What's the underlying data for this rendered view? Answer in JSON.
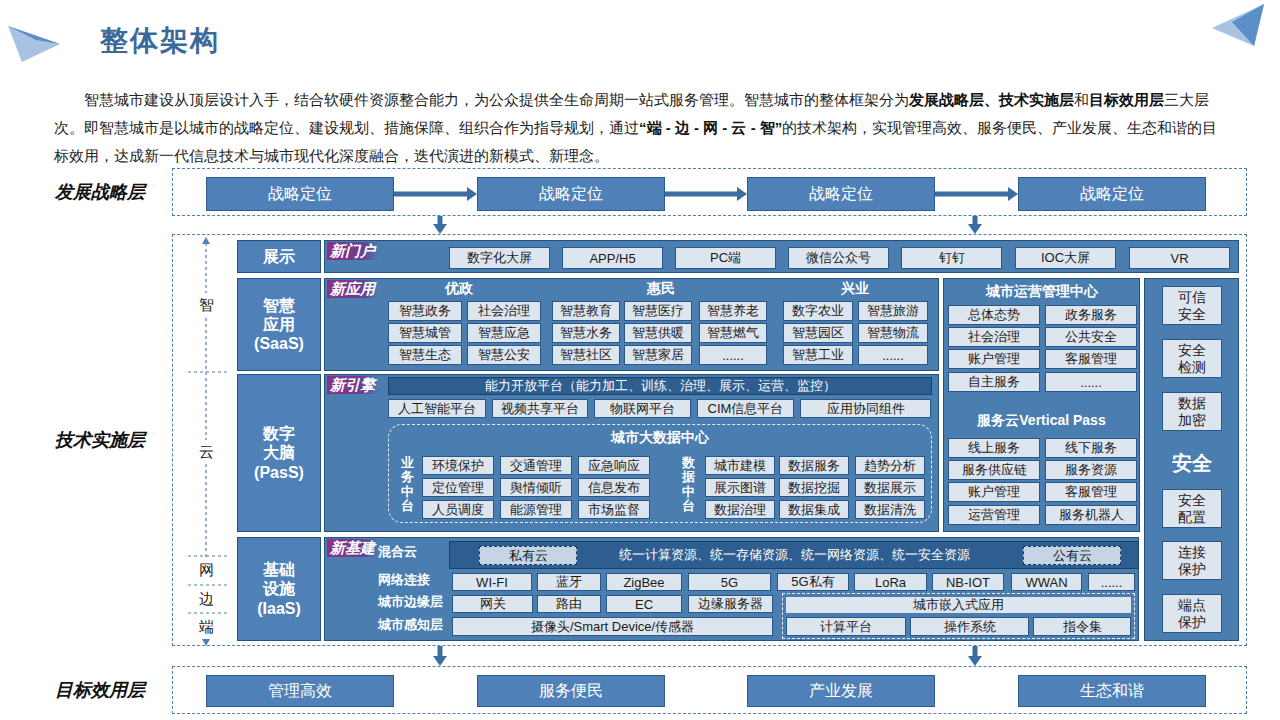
{
  "diagram": {
    "title": "整体架构",
    "nodes": [
      {
        "text": [
          "发展战略层"
        ]
      },
      {
        "text": [
          "战略定位"
        ],
        "in": 0
      },
      {
        "text": [
          "战略定位"
        ],
        "in": 0
      },
      {
        "text": [
          "战略定位"
        ],
        "in": 0
      },
      {
        "text": [
          "战略定位"
        ],
        "in": 0
      },
      {
        "text": [
          "技术实施层"
        ]
      },
      {
        "text": [
          "展示"
        ],
        "in": 5
      },
      {
        "text": [
          "新门户"
        ],
        "in": 5
      },
      {
        "text": [
          "数字化大屏"
        ],
        "in": 7
      },
      {
        "text": [
          "APP/H5"
        ],
        "in": 7
      },
      {
        "text": [
          "PC端"
        ],
        "in": 7
      },
      {
        "text": [
          "微信公众号"
        ],
        "in": 7
      },
      {
        "text": [
          "钉钉"
        ],
        "in": 7
      },
      {
        "text": [
          "IOC大屏"
        ],
        "in": 7
      },
      {
        "text": [
          "VR"
        ],
        "in": 7
      },
      {
        "text": [
          "智慧 应用 (SaaS)"
        ],
        "in": 5
      },
      {
        "text": [
          "新应用"
        ],
        "in": 5
      },
      {
        "text": [
          "智慧政务"
        ],
        "in": 16
      },
      {
        "text": [
          "社会治理"
        ],
        "in": 16
      },
      {
        "text": [
          "智慧城管"
        ],
        "in": 16
      },
      {
        "text": [
          "智慧应急"
        ],
        "in": 16
      },
      {
        "text": [
          "智慧生态"
        ],
        "in": 16
      },
      {
        "text": [
          "智慧公安"
        ],
        "in": 16
      },
      {
        "text": [
          "智慧教育"
        ],
        "in": 16
      },
      {
        "text": [
          "智慧医疗"
        ],
        "in": 16
      },
      {
        "text": [
          "智慧养老"
        ],
        "in": 16
      },
      {
        "text": [
          "智慧水务"
        ],
        "in": 16
      },
      {
        "text": [
          "智慧供暖"
        ],
        "in": 16
      },
      {
        "text": [
          "智慧燃气"
        ],
        "in": 16
      },
      {
        "text": [
          "智慧社区"
        ],
        "in": 16
      },
      {
        "text": [
          "智慧家居"
        ],
        "in": 16
      },
      {
        "text": [
          "......"
        ],
        "in": 16
      },
      {
        "text": [
          "数字农业"
        ],
        "in": 16
      },
      {
        "text": [
          "智慧旅游"
        ],
        "in": 16
      },
      {
        "text": [
          "智慧园区"
        ],
        "in": 16
      },
      {
        "text": [
          "智慧物流"
        ],
        "in": 16
      },
      {
        "text": [
          "智慧工业"
        ],
        "in": 16
      },
      {
        "text": [
          "......"
        ],
        "in": 16
      },
      {
        "text": [
          "城市运营管理中心",
          "服务云Vertical Pass"
        ],
        "in": 5
      },
      {
        "text": [
          "总体态势"
        ],
        "in": 38
      },
      {
        "text": [
          "政务服务"
        ],
        "in": 38
      },
      {
        "text": [
          "社会治理"
        ],
        "in": 38
      },
      {
        "text": [
          "公共安全"
        ],
        "in": 38
      },
      {
        "text": [
          "账户管理"
        ],
        "in": 38
      },
      {
        "text": [
          "客服管理"
        ],
        "in": 38
      },
      {
        "text": [
          "自主服务"
        ],
        "in": 38
      },
      {
        "text": [
          "......"
        ],
        "in": 38
      },
      {
        "text": [
          "线上服务"
        ],
        "in": 38
      },
      {
        "text": [
          "线下服务"
        ],
        "in": 38
      },
      {
        "text": [
          "服务供应链"
        ],
        "in": 38
      },
      {
        "text": [
          "服务资源"
        ],
        "in": 38
      },
      {
        "text": [
          "账户管理"
        ],
        "in": 38
      },
      {
        "text": [
          "客服管理"
        ],
        "in": 38
      },
      {
        "text": [
          "运营管理"
        ],
        "in": 38
      },
      {
        "text": [
          "服务机器人"
        ],
        "in": 38
      },
      {
        "text": [
          "安全"
        ],
        "in": 5
      },
      {
        "text": [
          "可信安全"
        ],
        "in": 55
      },
      {
        "text": [
          "安全检测"
        ],
        "in": 55
      },
      {
        "text": [
          "数据加密"
        ],
        "in": 55
      },
      {
        "text": [
          "安全配置"
        ],
        "in": 55
      },
      {
        "text": [
          "连接保护"
        ],
        "in": 55
      },
      {
        "text": [
          "端点保护"
        ],
        "in": 55
      },
      {
        "text": [
          "数字 大脑 (PasS)"
        ],
        "in": 5
      },
      {
        "text": [
          "新引擎"
        ],
        "in": 5
      },
      {
        "text": [
          "能力开放平台（能力加工、训练、治理、展示、运营、监控）"
        ],
        "in": 63
      },
      {
        "text": [
          "人工智能平台"
        ],
        "in": 63
      },
      {
        "text": [
          "视频共享平台"
        ],
        "in": 63
      },
      {
        "text": [
          "物联网平台"
        ],
        "in": 63
      },
      {
        "text": [
          "CIM信息平台"
        ],
        "in": 63
      },
      {
        "text": [
          "应用协同组件"
        ],
        "in": 63
      },
      {
        "text": [
          "城市大数据中心"
        ],
        "in": 63
      },
      {
        "text": [
          "环境保护"
        ],
        "in": 70
      },
      {
        "text": [
          "交通管理"
        ],
        "in": 70
      },
      {
        "text": [
          "应急响应"
        ],
        "in": 70
      },
      {
        "text": [
          "定位管理"
        ],
        "in": 70
      },
      {
        "text": [
          "舆情倾听"
        ],
        "in": 70
      },
      {
        "text": [
          "信息发布"
        ],
        "in": 70
      },
      {
        "text": [
          "人员调度"
        ],
        "in": 70
      },
      {
        "text": [
          "能源管理"
        ],
        "in": 70
      },
      {
        "text": [
          "市场监督"
        ],
        "in": 70
      },
      {
        "text": [
          "城市建模"
        ],
        "in": 70
      },
      {
        "text": [
          "数据服务"
        ],
        "in": 70
      },
      {
        "text": [
          "趋势分析"
        ],
        "in": 70
      },
      {
        "text": [
          "展示图谱"
        ],
        "in": 70
      },
      {
        "text": [
          "数据挖掘"
        ],
        "in": 70
      },
      {
        "text": [
          "数据展示"
        ],
        "in": 70
      },
      {
        "text": [
          "数据治理"
        ],
        "in": 70
      },
      {
        "text": [
          "数据集成"
        ],
        "in": 70
      },
      {
        "text": [
          "数据清洗"
        ],
        "in": 70
      },
      {
        "text": [
          "基础 设施 (IaaS)"
        ],
        "in": 5
      },
      {
        "text": [
          "新基建"
        ],
        "in": 5
      },
      {
        "text": [
          "统一计算资源、统一存储资源、统一网络资源、统一安全资源"
        ],
        "in": 90
      },
      {
        "text": [
          "私有云"
        ],
        "in": 91
      },
      {
        "text": [
          "公有云"
        ],
        "in": 91
      },
      {
        "text": [
          "WI-FI"
        ],
        "in": 90
      },
      {
        "text": [
          "蓝牙"
        ],
        "in": 90
      },
      {
        "text": [
          "ZigBee"
        ],
        "in": 90
      },
      {
        "text": [
          "5G"
        ],
        "in": 90
      },
      {
        "text": [
          "5G私有"
        ],
        "in": 90
      },
      {
        "text": [
          "LoRa"
        ],
        "in": 90
      },
      {
        "text": [
          "NB-IOT"
        ],
        "in": 90
      },
      {
        "text": [
          "WWAN"
        ],
        "in": 90
      },
      {
        "text": [
          "......"
        ],
        "in": 90
      },
      {
        "text": [
          "网关"
        ],
        "in": 90
      },
      {
        "text": [
          "路由"
        ],
        "in": 90
      },
      {
        "text": [
          "EC"
        ],
        "in": 90
      },
      {
        "text": [
          "边缘服务器"
        ],
        "in": 90
      },
      {
        "text": [
          "摄像头/Smart Device/传感器"
        ],
        "in": 90
      },
      {
        "text": [
          "城市嵌入式应用"
        ],
        "in": 90
      },
      {
        "text": [
          "计算平台"
        ],
        "in": 108
      },
      {
        "text": [
          "操作系统"
        ],
        "in": 108
      },
      {
        "text": [
          "指令集"
        ],
        "in": 108
      },
      {
        "text": [
          "目标效用层"
        ]
      },
      {
        "text": [
          "管理高效"
        ],
        "in": 112
      },
      {
        "text": [
          "服务便民"
        ],
        "in": 112
      },
      {
        "text": [
          "产业发展"
        ],
        "in": 112
      },
      {
        "text": [
          "生态和谐"
        ],
        "in": 112
      }
    ],
    "edges": [
      {
        "from": 1,
        "to": 2,
        "arrow": "to"
      },
      {
        "from": 2,
        "to": 3,
        "arrow": "to"
      },
      {
        "from": 3,
        "to": 4,
        "arrow": "to"
      },
      {
        "from": 0,
        "to": 5,
        "arrow": "to"
      },
      {
        "from": 0,
        "to": 5,
        "arrow": "to"
      },
      {
        "from": 5,
        "to": 112,
        "arrow": "to"
      },
      {
        "from": 5,
        "to": 112,
        "arrow": "to"
      }
    ],
    "labels": [
      "智慧城市建设从顶层设计入手，结合软硬件资源整合能力，为公众提供全生命周期一站式服务管理。智慧城市的整体框架分为",
      "发展战略层、技术实施层",
      "和",
      "目标效用层",
      "三大层次。即智慧城市是以城市的战略定位、建设规划、措施保障、组织合作为指导规划，通过",
      "“端 - 边 - 网 - 云 - 智”",
      "的技术架构，实现管理高效、服务便民、产业发展、生态和谐的目标效用，达成新一代信息技术与城市现代化深度融合，迭代演进的新模式、新理念。",
      "智",
      "云",
      "网",
      "边",
      "端",
      "优政",
      "惠民",
      "兴业",
      "业务中台",
      "数据中台",
      "混合云",
      "网络连接",
      "城市边缘层",
      "城市感知层"
    ]
  }
}
